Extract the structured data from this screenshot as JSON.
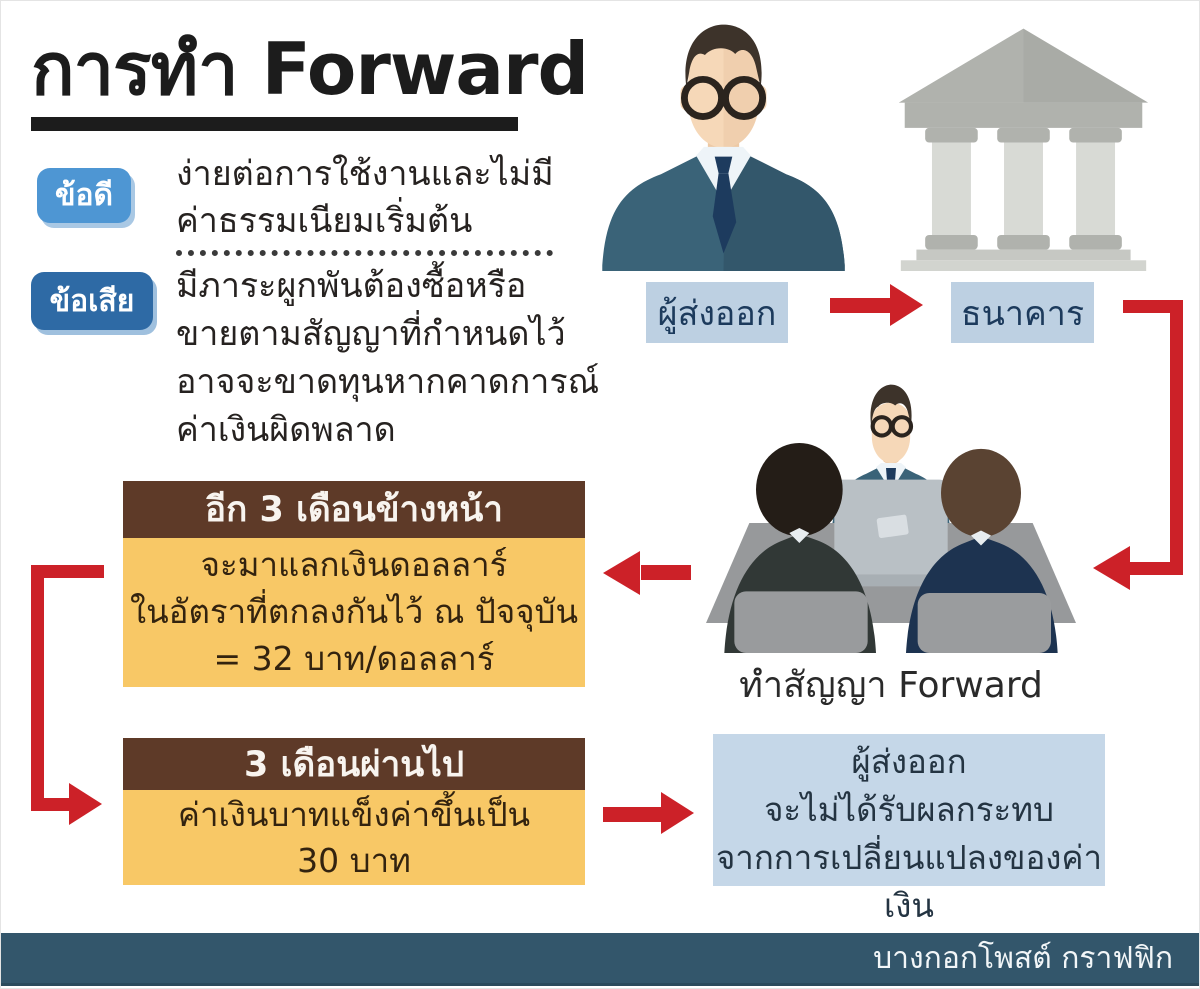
{
  "title": "การทำ Forward",
  "pros": {
    "badge": "ข้อดี",
    "lines": [
      "ง่ายต่อการใช้งานและไม่มี",
      "ค่าธรรมเนียมเริ่มต้น"
    ]
  },
  "cons": {
    "badge": "ข้อเสีย",
    "lines": [
      "มีภาระผูกพันต้องซื้อหรือ",
      "ขายตามสัญญาที่กำหนดไว้",
      "อาจจะขาดทุนหากคาดการณ์",
      "ค่าเงินผิดพลาด"
    ]
  },
  "timeline": {
    "future_box": {
      "header": "อีก 3 เดือนข้างหน้า",
      "lines": [
        "จะมาแลกเงินดอลลาร์",
        "ในอัตราที่ตกลงกันไว้ ณ ปัจจุบัน",
        "= 32 บาท/ดอลลาร์"
      ]
    },
    "past_box": {
      "header": "3 เดือนผ่านไป",
      "lines": [
        "ค่าเงินบาทแข็งค่าขึ้นเป็น",
        "30 บาท"
      ]
    }
  },
  "flow": {
    "exporter_label": "ผู้ส่งออก",
    "bank_label": "ธนาคาร",
    "meeting_caption": "ทำสัญญา Forward",
    "result_lines": [
      "ผู้ส่งออก",
      "จะไม่ได้รับผลกระทบ",
      "จากการเปลี่ยนแปลงของค่าเงิน"
    ]
  },
  "footer": {
    "credit": "บางกอกโพสต์ กราฟฟิก"
  },
  "icons": [
    "businessman-icon",
    "bank-icon",
    "meeting-icon",
    "arrow-right-icon",
    "arrow-left-icon",
    "bracket-arrow-right-icon",
    "bracket-arrow-left-icon"
  ],
  "colors": {
    "accent_red": "#cc2128",
    "pros_badge_blue": "#4e96d3",
    "cons_badge_blue": "#2e6aa5",
    "box_header_brown": "#5e3a28",
    "box_body_orange": "#f8c866",
    "label_box_blue": "#bdd0e2",
    "result_box_blue": "#c5d7e8",
    "footer_teal": "#33566b",
    "title_black": "#1c1c1c"
  }
}
